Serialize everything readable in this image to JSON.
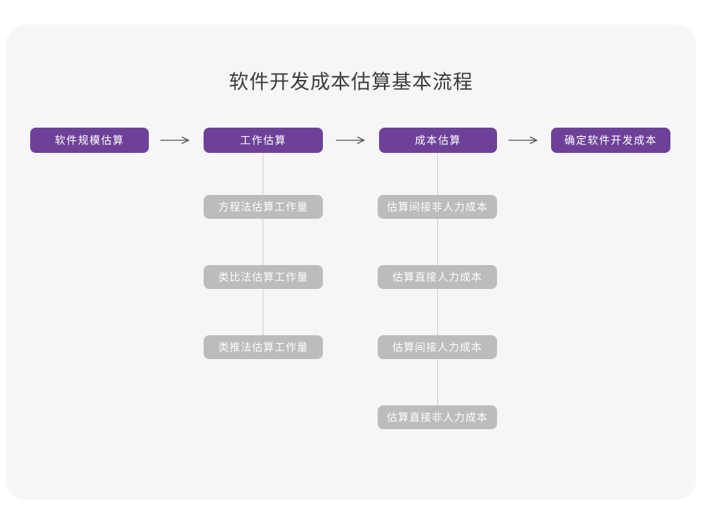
{
  "title": "软件开发成本估算基本流程",
  "colors": {
    "accent_purple": "#6d4199",
    "sub_box_gray": "#bcbcbd",
    "card_background": "#f6f6f7",
    "arrow_stroke": "#4a4a4a",
    "connector_line": "#c9c9ca",
    "title_text": "#3c3c3c",
    "box_text": "#ffffff"
  },
  "main_flow": {
    "steps": [
      {
        "label": "软件规模估算"
      },
      {
        "label": "工作估算"
      },
      {
        "label": "成本估算"
      },
      {
        "label": "确定软件开发成本"
      }
    ]
  },
  "branches": [
    {
      "parent_step": "工作估算",
      "items": [
        {
          "label": "方程法估算工作量"
        },
        {
          "label": "类比法估算工作量"
        },
        {
          "label": "类推法估算工作量"
        }
      ]
    },
    {
      "parent_step": "成本估算",
      "items": [
        {
          "label": "估算间接非人力成本"
        },
        {
          "label": "估算直接人力成本"
        },
        {
          "label": "估算间接人力成本"
        },
        {
          "label": "估算直接非人力成本"
        }
      ]
    }
  ]
}
